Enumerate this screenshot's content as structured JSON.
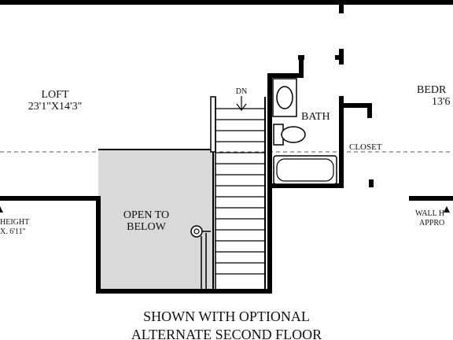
{
  "rooms": {
    "loft": {
      "name": "LOFT",
      "dims": "23'1\"X14'3\""
    },
    "bedroom": {
      "name": "BEDR",
      "dims": "13'6"
    },
    "bath": {
      "name": "BATH"
    },
    "closet": {
      "name": "CLOSET"
    },
    "open_to_below": {
      "line1": "OPEN TO",
      "line2": "BELOW"
    }
  },
  "stairs": {
    "direction": "DN"
  },
  "notes": {
    "left_height_1": "HEIGHT",
    "left_height_2": "X. 6'11\"",
    "right_height_1": "WALL H",
    "right_height_2": "APPRO"
  },
  "caption": {
    "line1": "SHOWN WITH OPTIONAL",
    "line2": "ALTERNATE SECOND FLOOR"
  },
  "colors": {
    "wall": "#000000",
    "open_to_below_fill": "#d9d9d9",
    "background": "#ffffff"
  }
}
